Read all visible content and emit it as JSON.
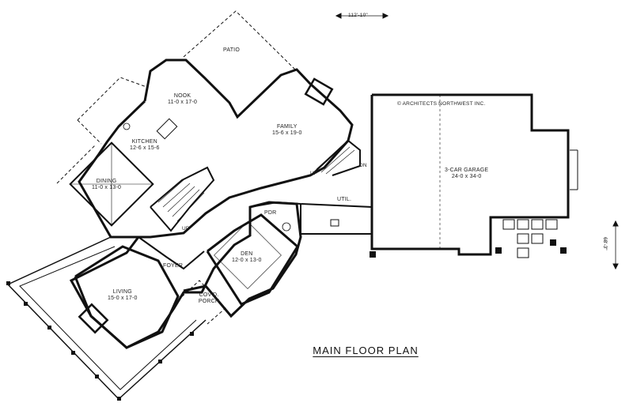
{
  "plan_title": "MAIN FLOOR PLAN",
  "overall_width_dim": "112'-10\"",
  "overall_depth_dim": "68'-3\"",
  "architect": "© ARCHITECTS NORTHWEST INC.",
  "rooms": {
    "patio": {
      "name": "PATIO"
    },
    "nook": {
      "name": "NOOK",
      "size": "11-0 x 17-0"
    },
    "family": {
      "name": "FAMILY",
      "size": "15-6 x 19-0"
    },
    "kitchen": {
      "name": "KITCHEN",
      "size": "12-6 x 15-6"
    },
    "dining": {
      "name": "DINING",
      "size": "11-0 x 13-0"
    },
    "garage": {
      "name": "3-CAR GARAGE",
      "size": "24-0 x 34-0"
    },
    "util": {
      "name": "UTIL."
    },
    "pdr": {
      "name": "PDR"
    },
    "den": {
      "name": "DEN",
      "size": "12-0 x 13-0"
    },
    "foyer": {
      "name": "FOYER"
    },
    "living": {
      "name": "LIVING",
      "size": "15-0 x 17-0"
    },
    "porch": {
      "name": "COV'D. PORCH"
    }
  },
  "stair_labels": {
    "up1": "UP",
    "up2": "UP",
    "dn": "DN"
  }
}
